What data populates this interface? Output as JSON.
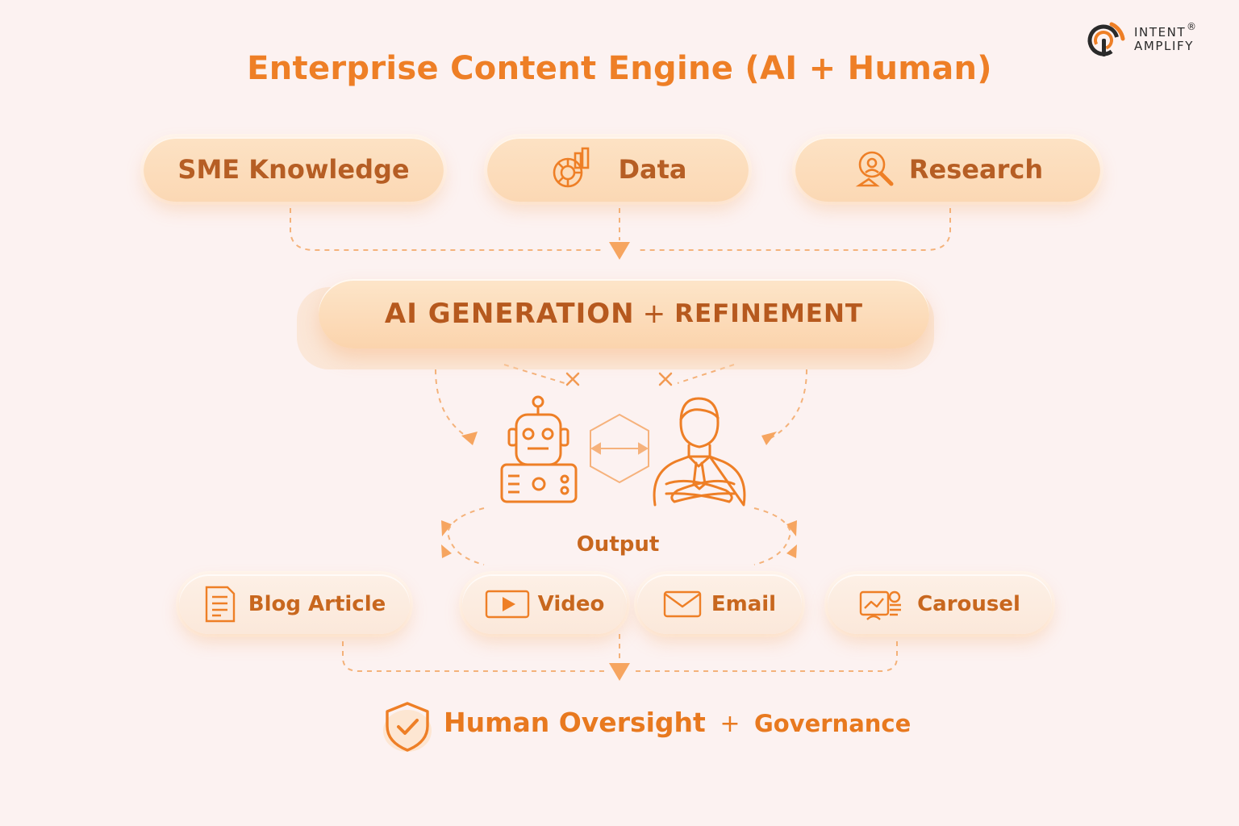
{
  "title": "Enterprise Content Engine (AI + Human)",
  "brand": {
    "line1": "INTENT",
    "line2": "AMPLIFY",
    "reg": "®"
  },
  "inputs": [
    {
      "label": "SME Knowledge",
      "icon": ""
    },
    {
      "label": "Data",
      "icon": "pie-bar-chart-icon"
    },
    {
      "label": "Research",
      "icon": "magnifier-person-icon"
    }
  ],
  "process": {
    "part1": "AI GENERATION",
    "plus": "+",
    "part2": "REFINEMENT"
  },
  "collaboration": {
    "left": "robot-icon",
    "center": "hexagon-exchange-icon",
    "right": "businessman-icon"
  },
  "output_label": "Output",
  "outputs": [
    {
      "label": "Blog Article",
      "icon": "document-icon"
    },
    {
      "label": "Video",
      "icon": "play-icon"
    },
    {
      "label": "Email",
      "icon": "envelope-icon"
    },
    {
      "label": "Carousel",
      "icon": "carousel-icon"
    }
  ],
  "governance": {
    "part1": "Human Oversight",
    "plus": "+",
    "part2": "Governance",
    "icon": "shield-check-icon"
  },
  "colors": {
    "accent": "#ee7f26",
    "pill": "#fbd8b4",
    "text_brown": "#b65e24",
    "background": "#fcf2f1"
  }
}
